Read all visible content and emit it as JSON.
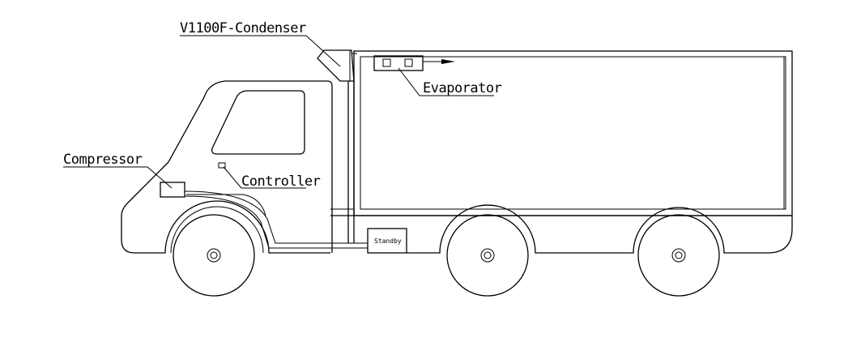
{
  "labels": {
    "condenser": "V1100F-Condenser",
    "evaporator": "Evaporator",
    "compressor": "Compressor",
    "controller": "Controller",
    "standby": "Standby"
  }
}
